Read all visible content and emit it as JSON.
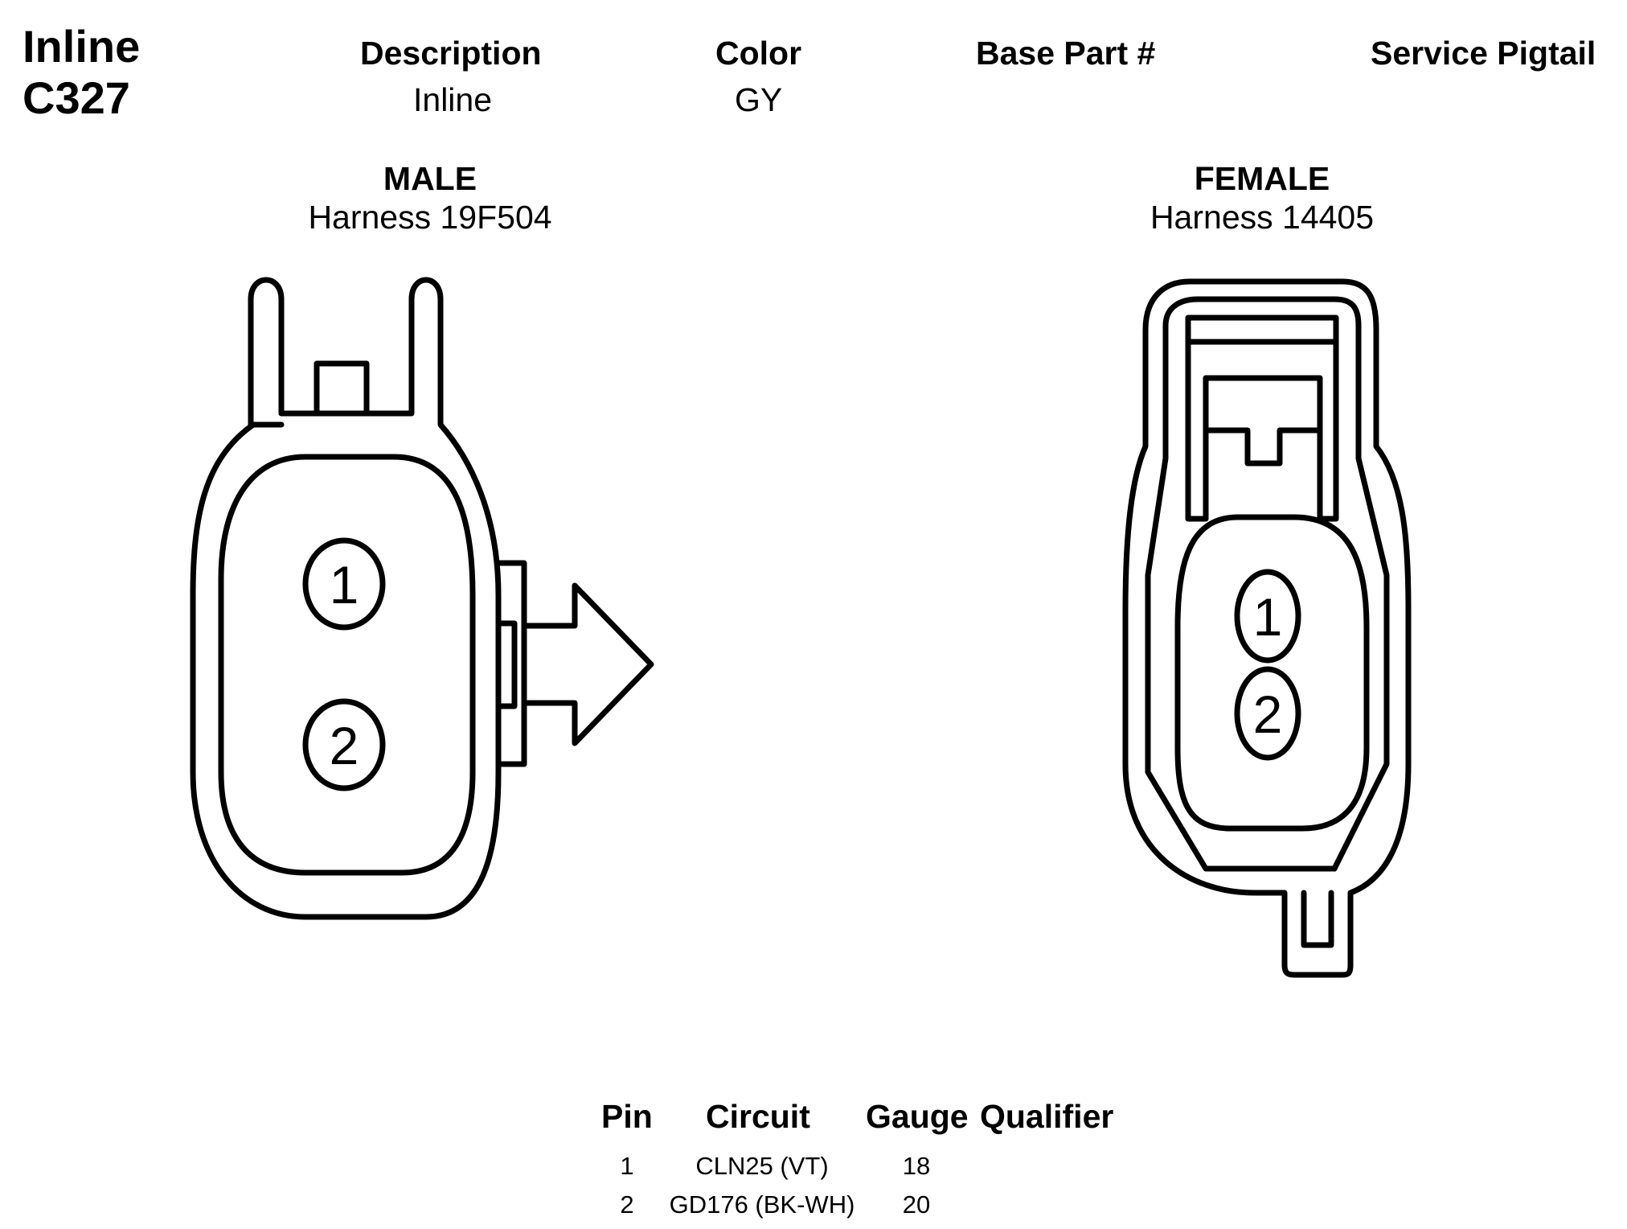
{
  "connector": {
    "type": "Inline",
    "id": "C327"
  },
  "header": {
    "description_label": "Description",
    "color_label": "Color",
    "base_part_label": "Base Part #",
    "service_pigtail_label": "Service Pigtail",
    "description_value": "Inline",
    "color_value": "GY"
  },
  "male": {
    "title": "MALE",
    "harness": "Harness 19F504",
    "pins": [
      "1",
      "2"
    ]
  },
  "female": {
    "title": "FEMALE",
    "harness": "Harness 14405",
    "pins": [
      "1",
      "2"
    ]
  },
  "pin_table": {
    "headers": {
      "pin": "Pin",
      "circuit": "Circuit",
      "gauge": "Gauge",
      "qualifier": "Qualifier"
    },
    "rows": [
      {
        "pin": "1",
        "circuit": "CLN25 (VT)",
        "gauge": "18"
      },
      {
        "pin": "2",
        "circuit": "GD176 (BK-WH)",
        "gauge": "20"
      }
    ]
  }
}
